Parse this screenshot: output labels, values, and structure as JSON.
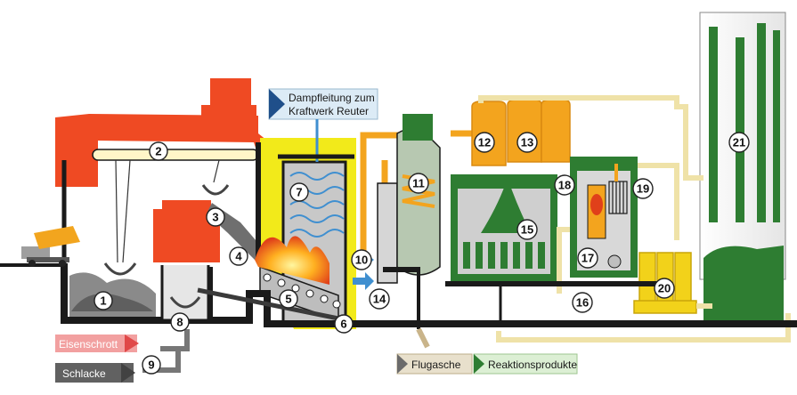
{
  "callout": {
    "line1": "Dampfleitung zum",
    "line2": "Kraftwerk Reuter"
  },
  "outputs": {
    "scrap": "Eisenschrott",
    "slag": "Schlacke",
    "fly_ash": "Flugasche",
    "reaction_products": "Reaktionsprodukte"
  },
  "markers": [
    "1",
    "2",
    "3",
    "4",
    "5",
    "6",
    "7",
    "8",
    "9",
    "10",
    "11",
    "12",
    "13",
    "14",
    "15",
    "16",
    "17",
    "18",
    "19",
    "20",
    "21"
  ],
  "colors": {
    "bunker_red": "#ef4a23",
    "boiler_yellow": "#f2ea1a",
    "pipe_orange": "#f3a41e",
    "plant_green": "#2e7d32",
    "structure_black": "#1a1a1a",
    "flue_gas_blue": "#3f8fd0",
    "ash_tan": "#c9b48a"
  }
}
